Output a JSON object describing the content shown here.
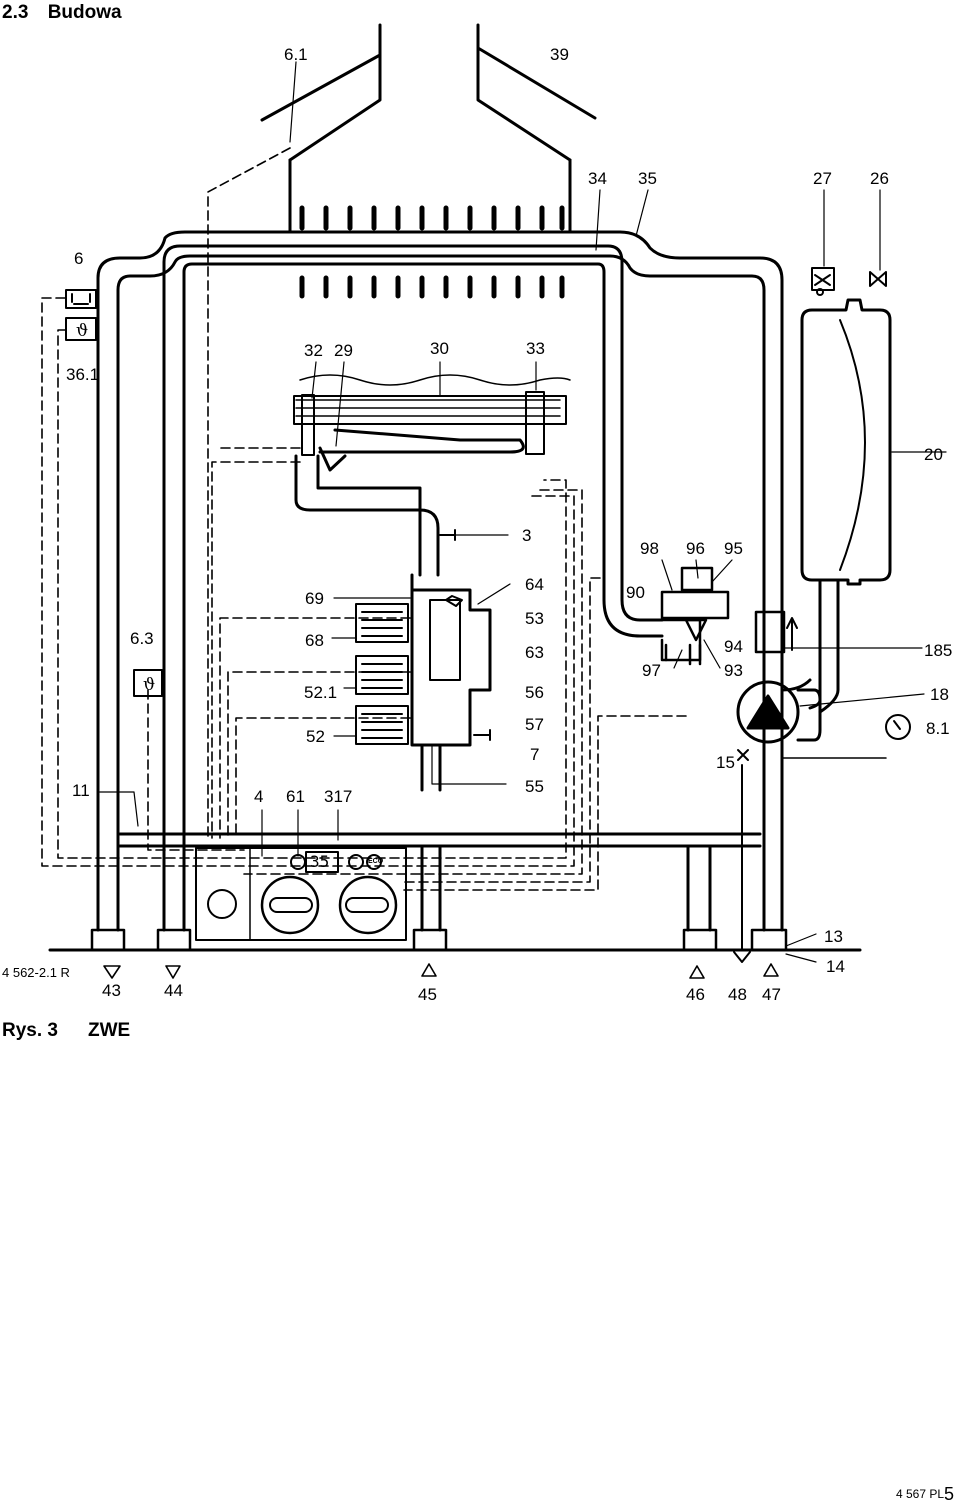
{
  "section": {
    "number": "2.3",
    "title": "Budowa"
  },
  "labels": {
    "l6_1": "6.1",
    "l39": "39",
    "l34": "34",
    "l35": "35",
    "l27": "27",
    "l26": "26",
    "l6": "6",
    "l36_1": "36.1",
    "l32": "32",
    "l29": "29",
    "l30": "30",
    "l33": "33",
    "l20": "20",
    "l3": "3",
    "l98": "98",
    "l96": "96",
    "l95": "95",
    "l69": "69",
    "l64": "64",
    "l90": "90",
    "l53": "53",
    "l6_3": "6.3",
    "l68": "68",
    "l63": "63",
    "l94": "94",
    "l185": "185",
    "l97": "97",
    "l93": "93",
    "l52_1": "52.1",
    "l56": "56",
    "l18": "18",
    "l52": "52",
    "l57": "57",
    "l8_1": "8.1",
    "l7": "7",
    "l15": "15",
    "l11": "11",
    "l4": "4",
    "l61": "61",
    "l317": "317",
    "l55": "55",
    "l13": "13",
    "l14": "14",
    "l43": "43",
    "l44": "44",
    "l45": "45",
    "l46": "46",
    "l48": "48",
    "l47": "47"
  },
  "drawing_code": "4 562-2.1 R",
  "display_value": "35",
  "eco_label": "ECO",
  "figure": {
    "number": "Rys. 3",
    "model": "ZWE"
  },
  "footer": {
    "code": "4 567 PL",
    "page": "5"
  }
}
